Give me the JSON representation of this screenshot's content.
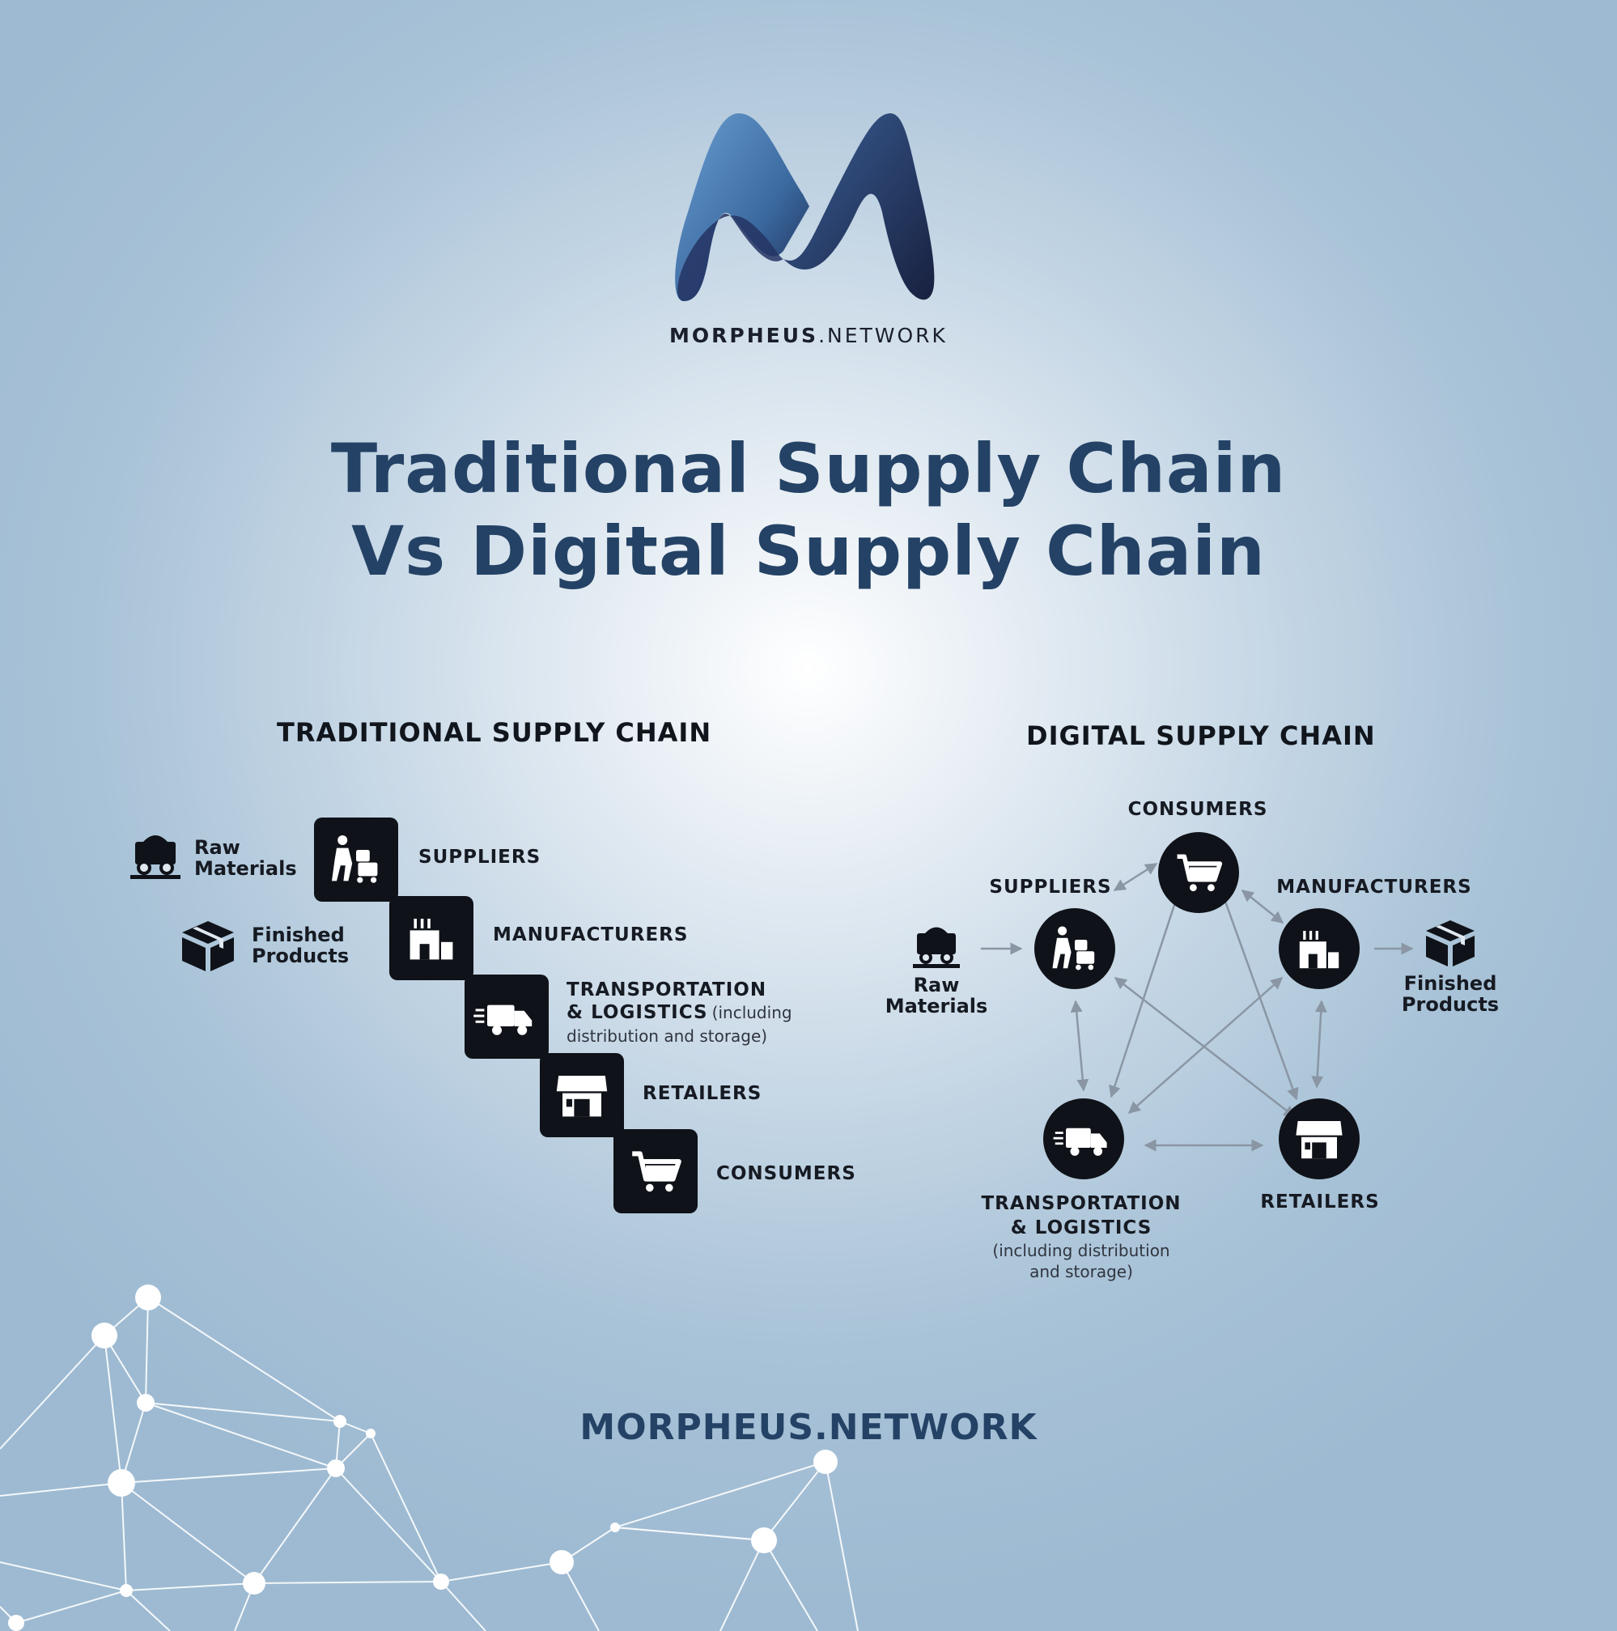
{
  "brand": {
    "name_bold": "MORPHEUS",
    "name_light": ".NETWORK"
  },
  "title": {
    "line1": "Traditional Supply Chain",
    "line2": "Vs Digital Supply Chain"
  },
  "traditional": {
    "heading": "TRADITIONAL SUPPLY CHAIN",
    "inputs": {
      "raw_materials": [
        "Raw",
        "Materials"
      ],
      "finished_products": [
        "Finished",
        "Products"
      ]
    },
    "steps": [
      {
        "label": "SUPPLIERS",
        "icon": "supplier-icon"
      },
      {
        "label": "MANUFACTURERS",
        "icon": "factory-icon"
      },
      {
        "label": "TRANSPORTATION",
        "label2": "& LOGISTICS",
        "note1": "(including",
        "note2": "distribution and storage)",
        "icon": "truck-icon"
      },
      {
        "label": "RETAILERS",
        "icon": "store-icon"
      },
      {
        "label": "CONSUMERS",
        "icon": "cart-icon"
      }
    ]
  },
  "digital": {
    "heading": "DIGITAL SUPPLY CHAIN",
    "nodes": {
      "consumers": "CONSUMERS",
      "suppliers": "SUPPLIERS",
      "manufacturers": "MANUFACTURERS",
      "transportation": [
        "TRANSPORTATION",
        "& LOGISTICS"
      ],
      "transportation_note": [
        "(including distribution",
        "and storage)"
      ],
      "retailers": "RETAILERS"
    },
    "raw_materials": [
      "Raw",
      "Materials"
    ],
    "finished_products": [
      "Finished",
      "Products"
    ]
  },
  "footer": "MORPHEUS.NETWORK",
  "colors": {
    "title": "#244265",
    "icon_fill": "#0f1218",
    "logo_light": "#5b8fc4",
    "logo_dark": "#1e2a52"
  }
}
